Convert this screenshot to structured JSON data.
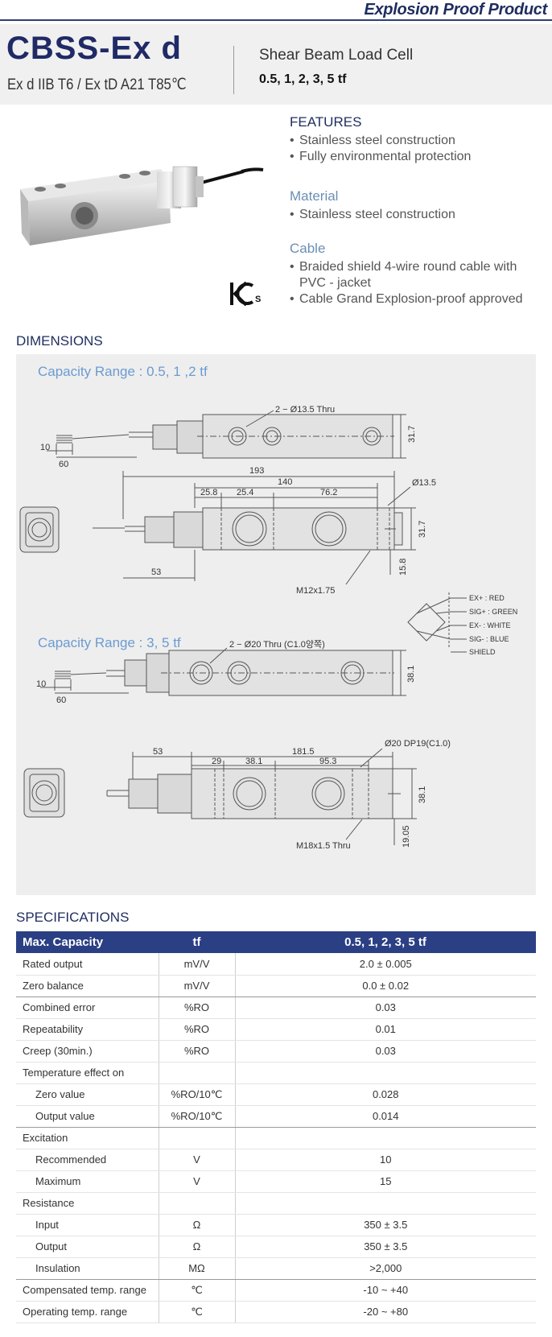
{
  "banner": "Explosion Proof Product",
  "model": "CBSS-Ex d",
  "certification": "Ex d IIB T6 / Ex tD A21 T85℃",
  "product_type": "Shear Beam Load Cell",
  "capacities": "0.5, 1, 2, 3, 5 tf",
  "features": {
    "title": "FEATURES",
    "items": [
      "Stainless steel construction",
      "Fully environmental protection"
    ]
  },
  "material": {
    "title": "Material",
    "items": [
      "Stainless steel construction"
    ]
  },
  "cable": {
    "title": "Cable",
    "items": [
      "Braided shield 4-wire round cable with PVC - jacket",
      "Cable Grand Explosion-proof approved"
    ]
  },
  "kcs_mark": "KCs",
  "dimensions": {
    "title": "DIMENSIONS",
    "range1": {
      "label": "Capacity Range : 0.5, 1 ,2 tf",
      "thru": "2 − Ø13.5 Thru",
      "d_31_7a": "31.7",
      "d_10": "10",
      "d_60": "60",
      "d_193": "193",
      "d_140": "140",
      "d_25_8": "25.8",
      "d_25_4": "25.4",
      "d_76_2": "76.2",
      "d_dia": "Ø13.5",
      "d_31_7b": "31.7",
      "d_15_8": "15.8",
      "d_53": "53",
      "thread": "M12x1.75"
    },
    "wiring": [
      "EX+ : RED",
      "SIG+ : GREEN",
      "EX- : WHITE",
      "SIG- : BLUE",
      "SHIELD"
    ],
    "range2": {
      "label": "Capacity Range : 3, 5 tf",
      "thru": "2 − Ø20 Thru (C1.0양쪽)",
      "d_38_1a": "38.1",
      "d_10": "10",
      "d_60": "60",
      "d_53": "53",
      "d_181_5": "181.5",
      "d_dp": "Ø20 DP19(C1.0)",
      "d_29": "29",
      "d_38_1b": "38.1",
      "d_95_3": "95.3",
      "d_38_1c": "38.1",
      "d_19_05": "19.05",
      "thread": "M18x1.5 Thru"
    }
  },
  "specifications": {
    "title": "SPECIFICATIONS",
    "header": [
      "Max. Capacity",
      "tf",
      "0.5, 1, 2, 3, 5 tf"
    ],
    "rows": [
      {
        "label": "Rated output",
        "unit": "mV/V",
        "value": "2.0 ± 0.005"
      },
      {
        "label": "Zero balance",
        "unit": "mV/V",
        "value": "0.0 ± 0.02"
      },
      {
        "label": "Combined error",
        "unit": "%RO",
        "value": "0.03"
      },
      {
        "label": "Repeatability",
        "unit": "%RO",
        "value": "0.01"
      },
      {
        "label": "Creep (30min.)",
        "unit": "%RO",
        "value": "0.03"
      },
      {
        "label": "Temperature effect on",
        "unit": "",
        "value": ""
      },
      {
        "label": "Zero value",
        "unit": "%RO/10℃",
        "value": "0.028"
      },
      {
        "label": "Output  value",
        "unit": "%RO/10℃",
        "value": "0.014"
      },
      {
        "label": "Excitation",
        "unit": "",
        "value": ""
      },
      {
        "label": "Recommended",
        "unit": "V",
        "value": "10"
      },
      {
        "label": "Maximum",
        "unit": "V",
        "value": "15"
      },
      {
        "label": "Resistance",
        "unit": "",
        "value": ""
      },
      {
        "label": "Input",
        "unit": "Ω",
        "value": "350 ± 3.5"
      },
      {
        "label": "Output",
        "unit": "Ω",
        "value": "350 ± 3.5"
      },
      {
        "label": "Insulation",
        "unit": "MΩ",
        "value": ">2,000"
      },
      {
        "label": "Compensated temp. range",
        "unit": "℃",
        "value": "-10 ~ +40"
      },
      {
        "label": "Operating temp. range",
        "unit": "℃",
        "value": "-20 ~ +80"
      }
    ]
  }
}
